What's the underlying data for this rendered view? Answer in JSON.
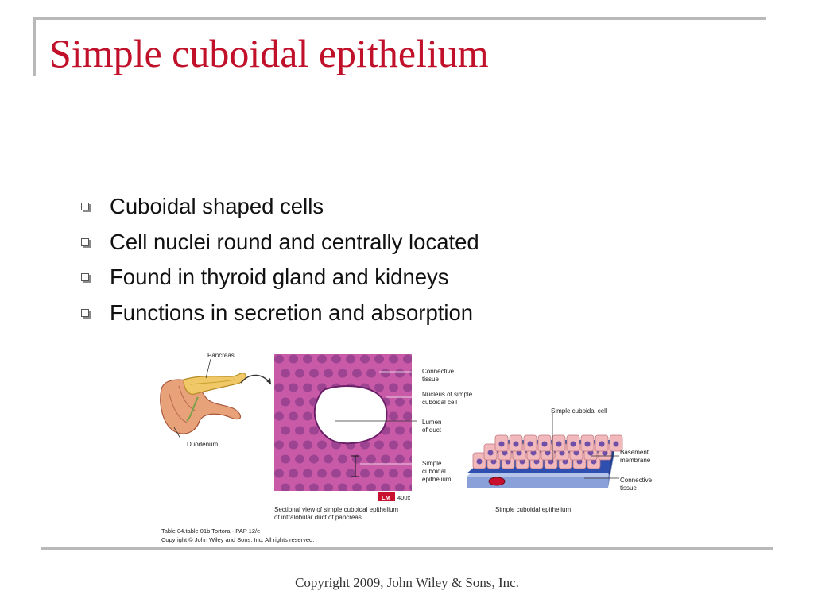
{
  "slide": {
    "title": "Simple cuboidal epithelium",
    "bullets": [
      "Cuboidal shaped cells",
      "Cell nuclei round and centrally located",
      "Found in thyroid gland and kidneys",
      "Functions in secretion and absorption"
    ],
    "footer": "Copyright 2009, John Wiley & Sons, Inc."
  },
  "figure": {
    "labels": {
      "pancreas": "Pancreas",
      "duodenum": "Duodenum",
      "connective_tissue_1": "Connective",
      "connective_tissue_2": "tissue",
      "nucleus_1": "Nucleus of simple",
      "nucleus_2": "cuboidal cell",
      "lumen_1": "Lumen",
      "lumen_2": "of duct",
      "simple_1": "Simple",
      "simple_2": "cuboidal",
      "simple_3": "epithelium",
      "lm": "LM",
      "magnification": "400x",
      "caption_1": "Sectional view of simple cuboidal epithelium",
      "caption_2": "of intralobular duct of pancreas",
      "simple_cuboidal_cell": "Simple cuboidal cell",
      "basement_1": "Basement",
      "basement_2": "membrane",
      "connective2_1": "Connective",
      "connective2_2": "tissue",
      "caption_3d": "Simple cuboidal epithelium",
      "source_1": "Table 04.table 01b  Tortora - PAP 12/e",
      "source_2": "Copyright © John Wiley and Sons, Inc. All rights reserved."
    }
  },
  "colors": {
    "title": "#c0102a",
    "frame": "#b9b9b9",
    "tissue_pink": "#c85aa8",
    "cell_pink": "#f2b9bd",
    "membrane_blue": "#2e4fb0"
  }
}
